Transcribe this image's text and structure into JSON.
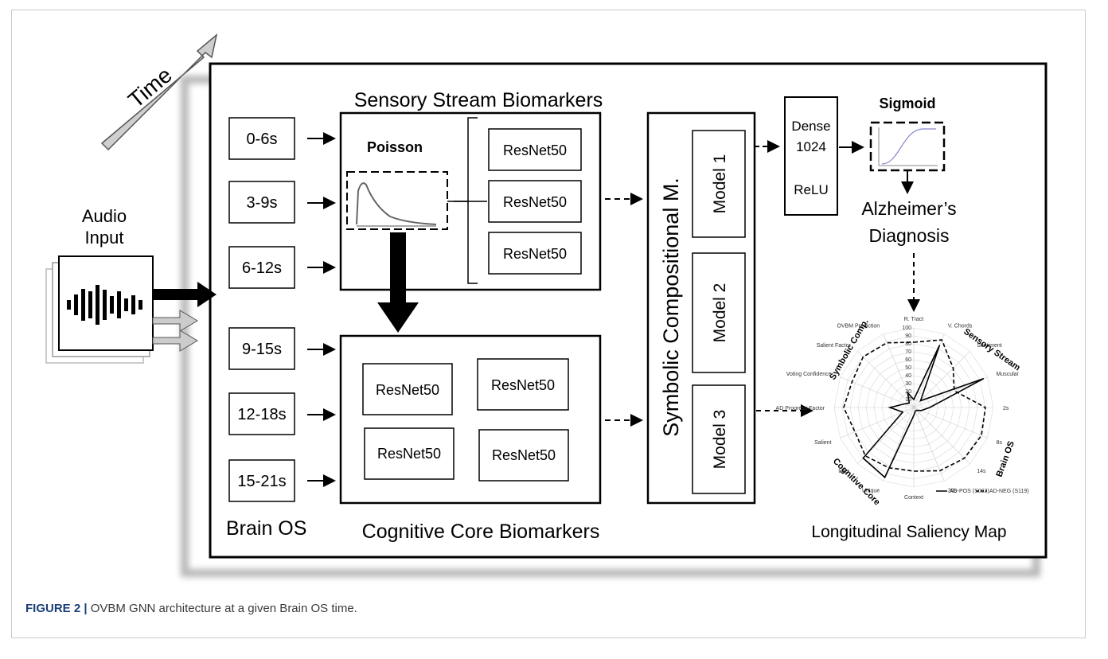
{
  "time_label": "Time",
  "audio_input": {
    "line1": "Audio",
    "line2": "Input"
  },
  "time_windows": [
    "0-6s",
    "3-9s",
    "6-12s",
    "9-15s",
    "12-18s",
    "15-21s"
  ],
  "brain_os_label": "Brain OS",
  "sensory": {
    "title": "Sensory Stream Biomarkers",
    "poisson_label": "Poisson",
    "resnets": [
      "ResNet50",
      "ResNet50",
      "ResNet50"
    ]
  },
  "cognitive": {
    "title": "Cognitive Core Biomarkers",
    "resnets": [
      "ResNet50",
      "ResNet50",
      "ResNet50",
      "ResNet50"
    ]
  },
  "symbolic": {
    "title": "Symbolic Compositional M.",
    "models": [
      "Model 1",
      "Model 2",
      "Model 3"
    ]
  },
  "dense": {
    "line1": "Dense",
    "line2": "1024",
    "line3": "ReLU"
  },
  "sigmoid_label": "Sigmoid",
  "diagnosis": {
    "line1": "Alzheimer’s",
    "line2": "Diagnosis"
  },
  "saliency": {
    "title": "Longitudinal Saliency Map",
    "axes": [
      "R. Tract",
      "V. Chords",
      "Sentiment",
      "Muscular",
      "2s",
      "8s",
      "14s",
      "20s",
      "Context",
      "Unique",
      "Infer.",
      "Salient",
      "AD Progress Factor",
      "Voting Confidence",
      "Salient Factor",
      "OVBM Prediction"
    ],
    "groups": [
      "Sensory Stream",
      "Brain OS",
      "Cognitive Core",
      "Symbolic Comp."
    ],
    "scale_ticks": [
      "100",
      "90",
      "80",
      "70",
      "60",
      "50",
      "40",
      "30",
      "20",
      "10"
    ],
    "legend": [
      "AD-POS (S092)",
      "AD-NEG (S119)"
    ]
  },
  "caption": {
    "label": "FIGURE 2 |",
    "text": "OVBM GNN architecture at a given Brain OS time."
  }
}
